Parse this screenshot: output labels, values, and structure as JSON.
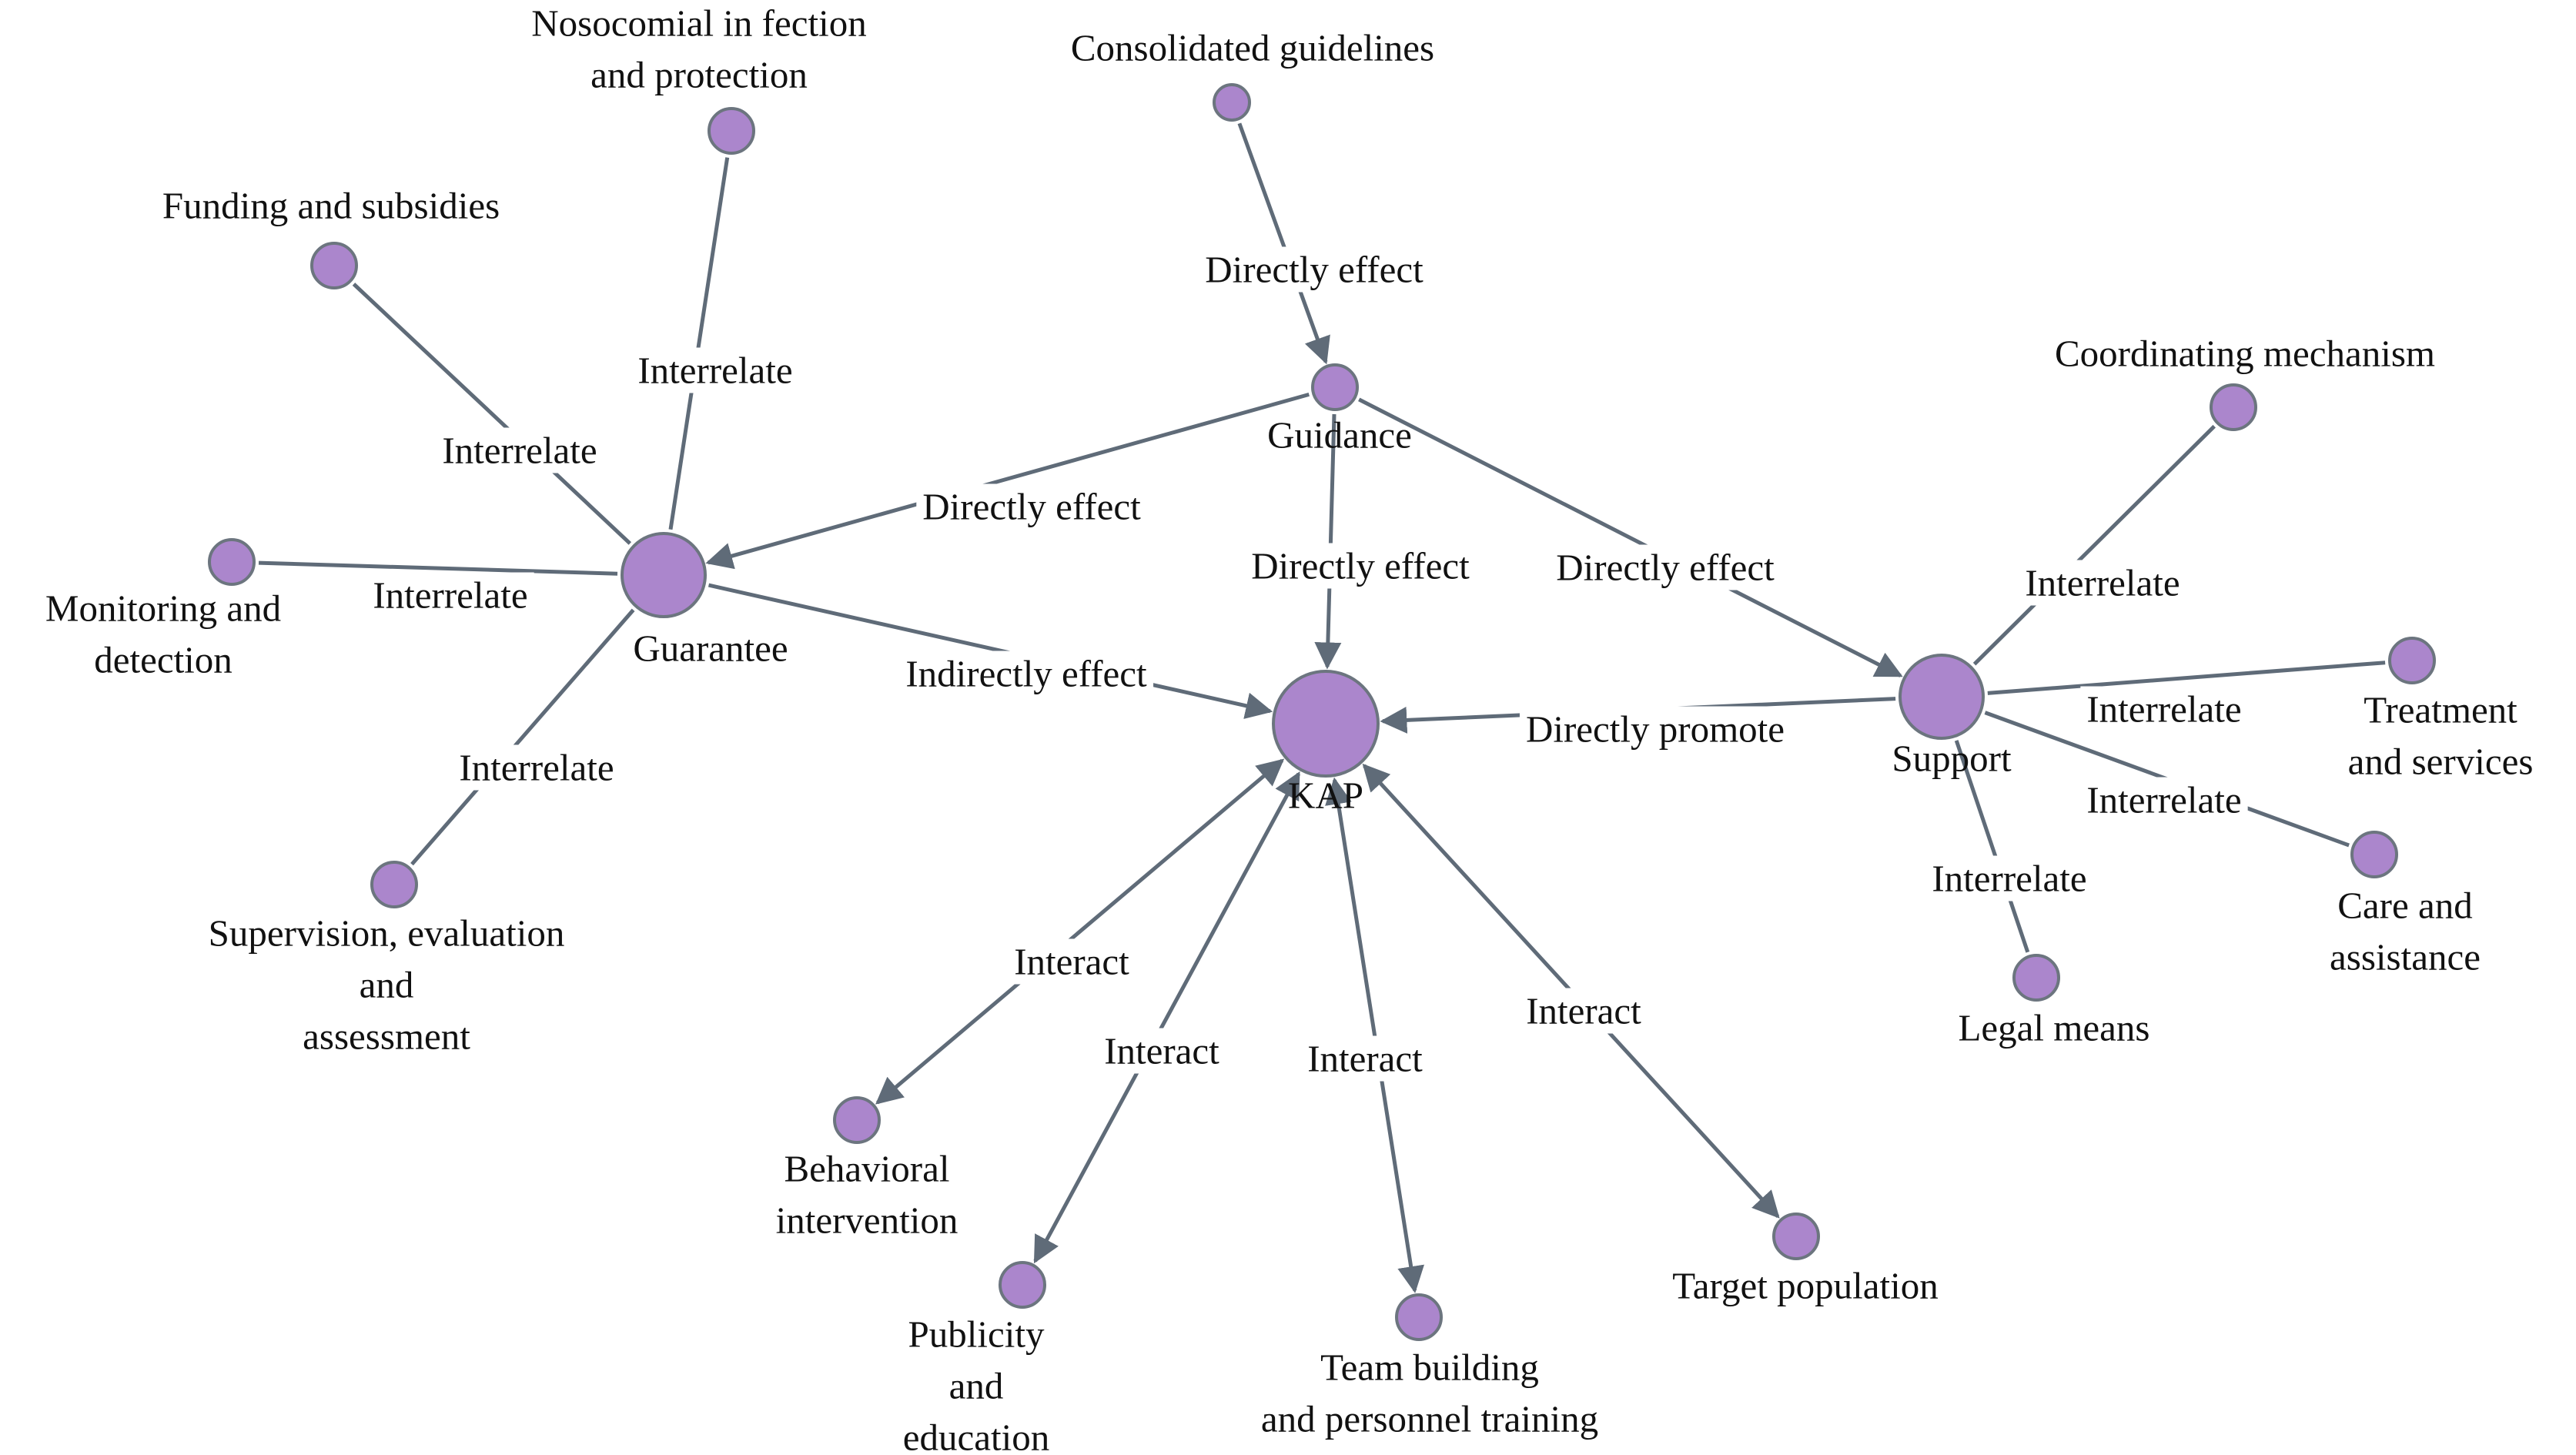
{
  "nodes": [
    {
      "id": "kap",
      "label_lines": [
        "KAP"
      ],
      "size": "large"
    },
    {
      "id": "guidance",
      "label_lines": [
        "Guidance"
      ],
      "size": "small"
    },
    {
      "id": "guarantee",
      "label_lines": [
        "Guarantee"
      ],
      "size": "large"
    },
    {
      "id": "support",
      "label_lines": [
        "Support"
      ],
      "size": "large"
    },
    {
      "id": "consolidated",
      "label_lines": [
        "Consolidated guidelines"
      ],
      "size": "small"
    },
    {
      "id": "nosocomial",
      "label_lines": [
        "Nosocomial in fection",
        "and protection"
      ],
      "size": "small"
    },
    {
      "id": "funding",
      "label_lines": [
        "Funding and subsidies"
      ],
      "size": "small"
    },
    {
      "id": "monitoring",
      "label_lines": [
        "Monitoring and",
        "detection"
      ],
      "size": "small"
    },
    {
      "id": "supervision",
      "label_lines": [
        "Supervision, evaluation",
        "and",
        "assessment"
      ],
      "size": "small"
    },
    {
      "id": "coordinating",
      "label_lines": [
        "Coordinating mechanism"
      ],
      "size": "small"
    },
    {
      "id": "treatment",
      "label_lines": [
        "Treatment",
        "and services"
      ],
      "size": "small"
    },
    {
      "id": "care",
      "label_lines": [
        "Care and",
        "assistance"
      ],
      "size": "small"
    },
    {
      "id": "legal",
      "label_lines": [
        "Legal means"
      ],
      "size": "small"
    },
    {
      "id": "behavioral",
      "label_lines": [
        "Behavioral",
        "intervention"
      ],
      "size": "small"
    },
    {
      "id": "publicity",
      "label_lines": [
        "Publicity",
        "and",
        "education"
      ],
      "size": "small"
    },
    {
      "id": "team",
      "label_lines": [
        "Team building",
        "and personnel training"
      ],
      "size": "small"
    },
    {
      "id": "target",
      "label_lines": [
        "Target population"
      ],
      "size": "small"
    }
  ],
  "edges": [
    {
      "id": "e-consolidated-guidance",
      "from": "consolidated",
      "to": "guidance",
      "label": "Directly effect",
      "arrow": "end"
    },
    {
      "id": "e-guidance-guarantee",
      "from": "guidance",
      "to": "guarantee",
      "label": "Directly effect",
      "arrow": "end"
    },
    {
      "id": "e-guidance-kap",
      "from": "guidance",
      "to": "kap",
      "label": "Directly effect",
      "arrow": "end"
    },
    {
      "id": "e-guidance-support",
      "from": "guidance",
      "to": "support",
      "label": "Directly effect",
      "arrow": "end"
    },
    {
      "id": "e-guarantee-kap",
      "from": "guarantee",
      "to": "kap",
      "label": "Indirectly effect",
      "arrow": "end"
    },
    {
      "id": "e-support-kap",
      "from": "support",
      "to": "kap",
      "label": "Directly promote",
      "arrow": "end"
    },
    {
      "id": "e-nosocomial-guarantee",
      "from": "nosocomial",
      "to": "guarantee",
      "label": "Interrelate",
      "arrow": "none"
    },
    {
      "id": "e-funding-guarantee",
      "from": "funding",
      "to": "guarantee",
      "label": "Interrelate",
      "arrow": "none"
    },
    {
      "id": "e-monitoring-guarantee",
      "from": "monitoring",
      "to": "guarantee",
      "label": "Interrelate",
      "arrow": "none"
    },
    {
      "id": "e-supervision-guarantee",
      "from": "supervision",
      "to": "guarantee",
      "label": "Interrelate",
      "arrow": "none"
    },
    {
      "id": "e-coordinating-support",
      "from": "coordinating",
      "to": "support",
      "label": "Interrelate",
      "arrow": "none"
    },
    {
      "id": "e-treatment-support",
      "from": "treatment",
      "to": "support",
      "label": "Interrelate",
      "arrow": "none"
    },
    {
      "id": "e-care-support",
      "from": "care",
      "to": "support",
      "label": "Interrelate",
      "arrow": "none"
    },
    {
      "id": "e-legal-support",
      "from": "legal",
      "to": "support",
      "label": "Interrelate",
      "arrow": "none"
    },
    {
      "id": "e-behavioral-kap",
      "from": "behavioral",
      "to": "kap",
      "label": "Interact",
      "arrow": "both"
    },
    {
      "id": "e-publicity-kap",
      "from": "publicity",
      "to": "kap",
      "label": "Interact",
      "arrow": "both"
    },
    {
      "id": "e-team-kap",
      "from": "team",
      "to": "kap",
      "label": "Interact",
      "arrow": "both"
    },
    {
      "id": "e-target-kap",
      "from": "target",
      "to": "kap",
      "label": "Interact",
      "arrow": "both"
    }
  ],
  "colors": {
    "node_fill": "#ab86cc",
    "node_stroke": "#6c757f",
    "edge": "#5f6b78",
    "text": "#111111"
  }
}
